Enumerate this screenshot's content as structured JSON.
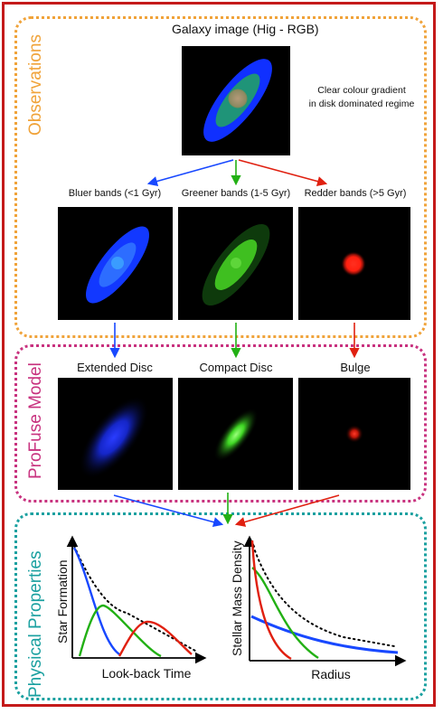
{
  "sections": {
    "observations": "Observations",
    "model": "ProFuse Model",
    "physical": "Physical Properties"
  },
  "galaxy": {
    "title": "Galaxy image (Hig - RGB)",
    "note_line1": "Clear colour gradient",
    "note_line2": "in disk dominated regime"
  },
  "bands": [
    {
      "label": "Bluer bands (<1 Gyr)",
      "color": "#1848ff"
    },
    {
      "label": "Greener bands (1-5 Gyr)",
      "color": "#22b014"
    },
    {
      "label": "Redder bands (>5 Gyr)",
      "color": "#e02010"
    }
  ],
  "components": [
    {
      "label": "Extended Disc"
    },
    {
      "label": "Compact Disc"
    },
    {
      "label": "Bulge"
    }
  ],
  "plots": {
    "sfh": {
      "ylabel": "Star Formation",
      "xlabel": "Look-back Time"
    },
    "density": {
      "ylabel": "Stellar Mass Density",
      "xlabel": "Radius"
    }
  },
  "colors": {
    "border": "#c41a1a",
    "observations": "#f0a33a",
    "model": "#c8327f",
    "physical": "#1aa0a0",
    "blue": "#1848ff",
    "green": "#22b014",
    "red": "#e02010"
  }
}
